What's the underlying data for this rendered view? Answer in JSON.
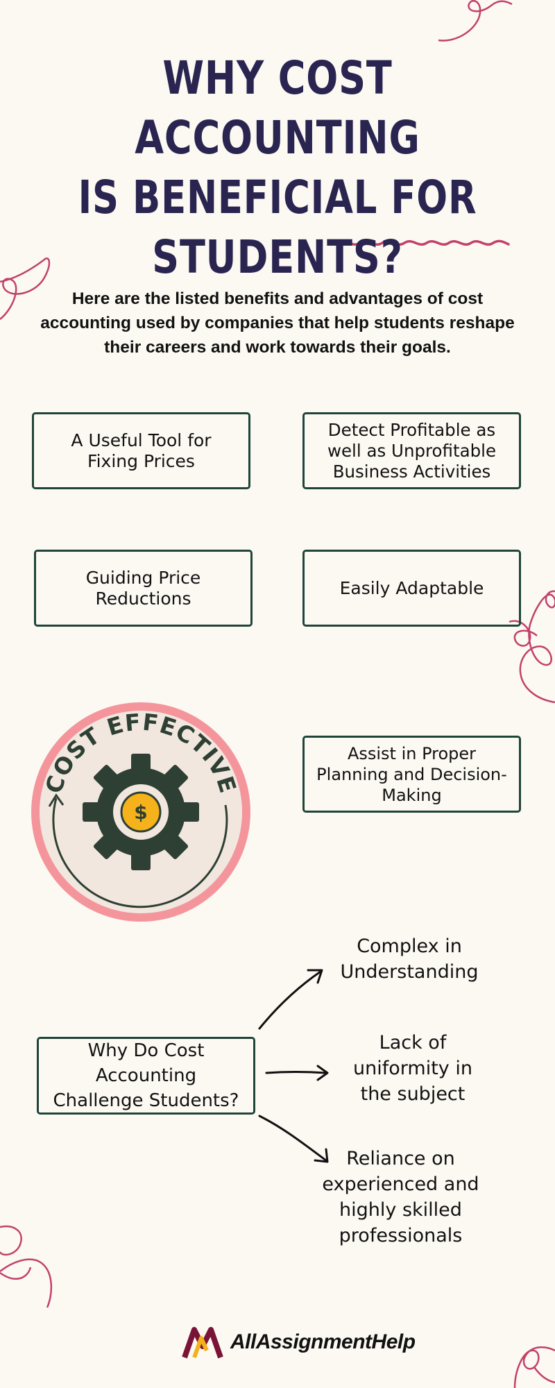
{
  "title": {
    "line1": "WHY COST ACCOUNTING",
    "line2": "IS BENEFICIAL FOR",
    "line3": "STUDENTS?"
  },
  "intro": {
    "line1": "Here are the listed benefits and advantages of cost",
    "line2": "accounting used by companies that help students reshape",
    "line3": "their careers and work towards their goals."
  },
  "benefits": [
    {
      "lines": [
        "A Useful Tool for",
        "Fixing Prices"
      ]
    },
    {
      "lines": [
        "Detect Profitable as",
        "well as Unprofitable",
        "Business Activities"
      ]
    },
    {
      "lines": [
        "Guiding Price",
        "Reductions"
      ]
    },
    {
      "lines": [
        "Easily Adaptable"
      ]
    },
    {
      "lines": [
        "Assist in Proper",
        "Planning and Decision-",
        "Making"
      ]
    }
  ],
  "badge": {
    "text": "COST EFFECTIVE",
    "symbol": "$",
    "icon": "gear-dollar-icon",
    "colors": {
      "ring": "#f4959c",
      "inner": "#f1e7df",
      "gear": "#2e3f33",
      "coin": "#f5b21b"
    }
  },
  "challenges": {
    "question": [
      "Why Do Cost",
      "Accounting",
      "Challenge Students?"
    ],
    "items": [
      {
        "lines": [
          "Complex in",
          "Understanding"
        ]
      },
      {
        "lines": [
          "Lack of",
          "uniformity in",
          "the subject"
        ]
      },
      {
        "lines": [
          "Reliance on",
          "experienced and",
          "highly skilled",
          "professionals"
        ]
      }
    ]
  },
  "logo": {
    "name": "AllAssignmentHelp",
    "icon": "aah-logo-icon",
    "colors": {
      "primary": "#7a1437",
      "accent": "#f3b21a"
    }
  },
  "colors": {
    "background": "#fcf9f3",
    "title": "#2a2550",
    "box_border": "#1f4439",
    "decor": "#c2416a"
  }
}
